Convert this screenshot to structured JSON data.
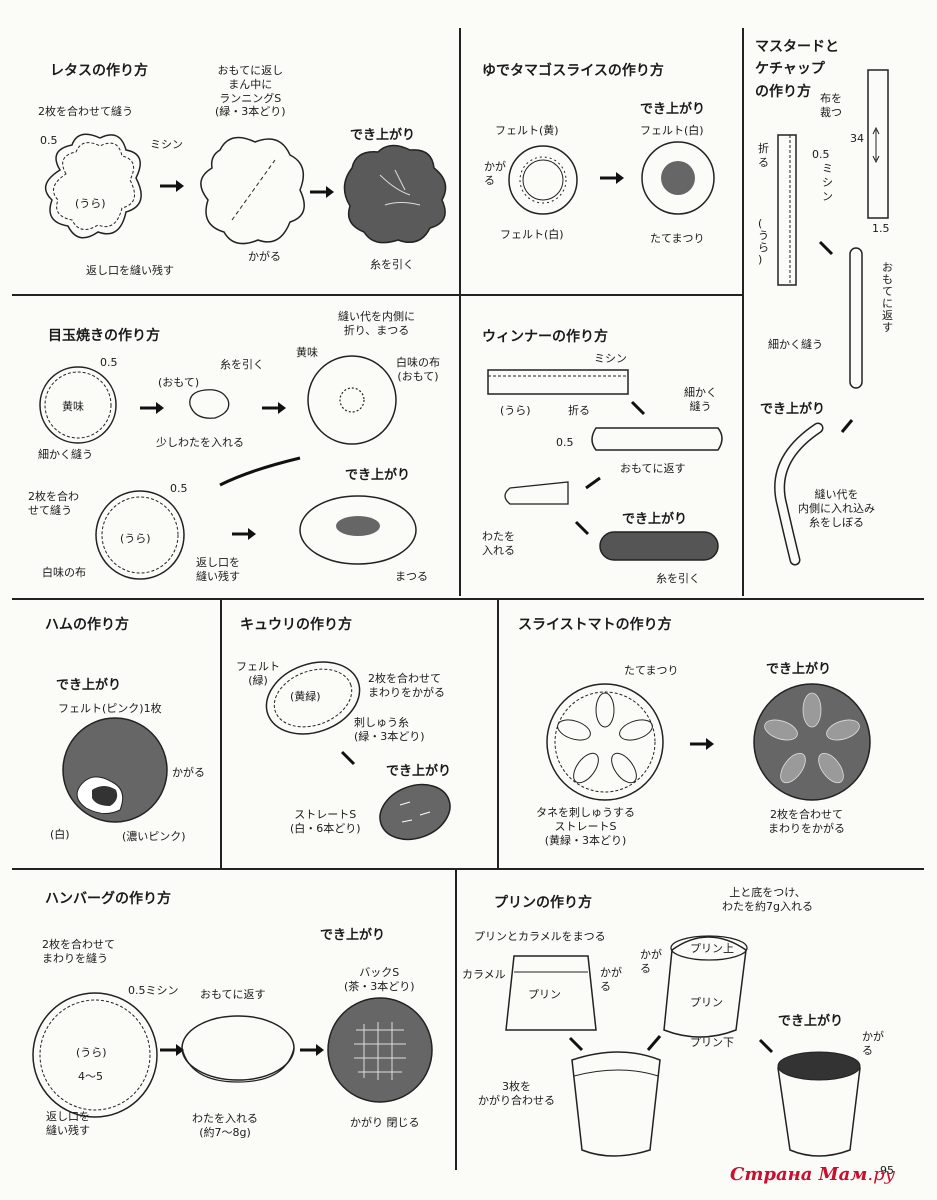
{
  "lettuce": {
    "title": "レタスの作り方",
    "sew": "2枚を合わせて縫う",
    "m05": "0.5",
    "machine": "ミシン",
    "ura": "(うら)",
    "leave": "返し口を縫い残す",
    "running": "おもてに返し\nまん中に\nランニングS\n(緑・3本どり)",
    "kagaru": "かがる",
    "done": "でき上がり",
    "pull": "糸を引く"
  },
  "egg": {
    "title": "ゆでタマゴスライスの作り方",
    "done": "でき上がり",
    "felt_yellow": "フェルト(黄)",
    "felt_white_r": "フェルト(白)",
    "kagaru": "かが\nる",
    "felt_white": "フェルト(白)",
    "tate": "たてまつり"
  },
  "mustard": {
    "title": "マスタードと\nケチャップ\nの作り方",
    "cut": "布を\n裁つ",
    "n34": "34",
    "fold": "折\nる",
    "m05": "0.5",
    "machine": "ミ\nシ\nン",
    "ura": "(\nう\nら\n)",
    "n15": "1.5",
    "turn": "お\nも\nて\nに\n返\nす",
    "fine": "細かく縫う",
    "done": "でき上がり",
    "inside": "縫い代を\n内側に入れ込み\n糸をしぼる"
  },
  "fried": {
    "title": "目玉焼きの作り方",
    "m05": "0.5",
    "yolk": "黄味",
    "fine": "細かく縫う",
    "omote": "(おもて)",
    "pull": "糸を引く",
    "cotton": "少しわたを入れる",
    "fold": "縫い代を内側に\n折り、まつる",
    "yolk2": "黄味",
    "white_cloth": "白味の布\n(おもて)",
    "sew2": "2枚を合わ\nせて縫う",
    "m05b": "0.5",
    "ura": "(うら)",
    "white_fabric": "白味の布",
    "leave": "返し口を\n縫い残す",
    "done": "でき上がり",
    "matsuru": "まつる"
  },
  "wiener": {
    "title": "ウィンナーの作り方",
    "machine": "ミシン",
    "ura": "(うら)",
    "fold": "折る",
    "fine": "細かく\n縫う",
    "m05": "0.5",
    "turn": "おもてに返す",
    "cotton": "わたを\n入れる",
    "done": "でき上がり",
    "pull": "糸を引く"
  },
  "ham": {
    "title": "ハムの作り方",
    "done": "でき上がり",
    "felt": "フェルト(ピンク)1枚",
    "kagaru": "かがる",
    "white": "(白)",
    "deep": "(濃いピンク)"
  },
  "cucumber": {
    "title": "キュウリの作り方",
    "felt": "フェルト\n(緑)",
    "yellowgreen": "(黄緑)",
    "sew": "2枚を合わせて\nまわりをかがる",
    "thread": "刺しゅう糸\n(緑・3本どり)",
    "done": "でき上がり",
    "straight": "ストレートS\n(白・6本どり)"
  },
  "tomato": {
    "title": "スライストマトの作り方",
    "tate": "たてまつり",
    "seeds": "タネを刺しゅうする\nストレートS\n(黄緑・3本どり)",
    "done": "でき上がり",
    "sew": "2枚を合わせて\nまわりをかがる"
  },
  "hamburg": {
    "title": "ハンバーグの作り方",
    "sew": "2枚を合わせて\nまわりを縫う",
    "machine": "0.5ミシン",
    "ura": "(うら)",
    "n45": "4〜5",
    "leave": "返し口を\n縫い残す",
    "turn": "おもてに返す",
    "cotton": "わたを入れる\n(約7〜8g)",
    "done": "でき上がり",
    "back": "バックS\n(茶・3本どり)",
    "close": "かがり 閉じる"
  },
  "pudding": {
    "title": "プリンの作り方",
    "caramel_sew": "プリンとカラメルをまつる",
    "caramel": "カラメル",
    "pudding": "プリン",
    "kagaru": "かが\nる",
    "top": "上と底をつけ、\nわたを約7g入れる",
    "top_label": "プリン上",
    "kagaru2": "かが\nる",
    "pudding2": "プリン",
    "bottom": "プリン下",
    "three": "3枚を\nかがり合わせる",
    "done": "でき上がり",
    "kagaru3": "かが\nる"
  },
  "page_number": "95",
  "watermark": {
    "main": "Страна Мам",
    "suffix": ".ру"
  }
}
